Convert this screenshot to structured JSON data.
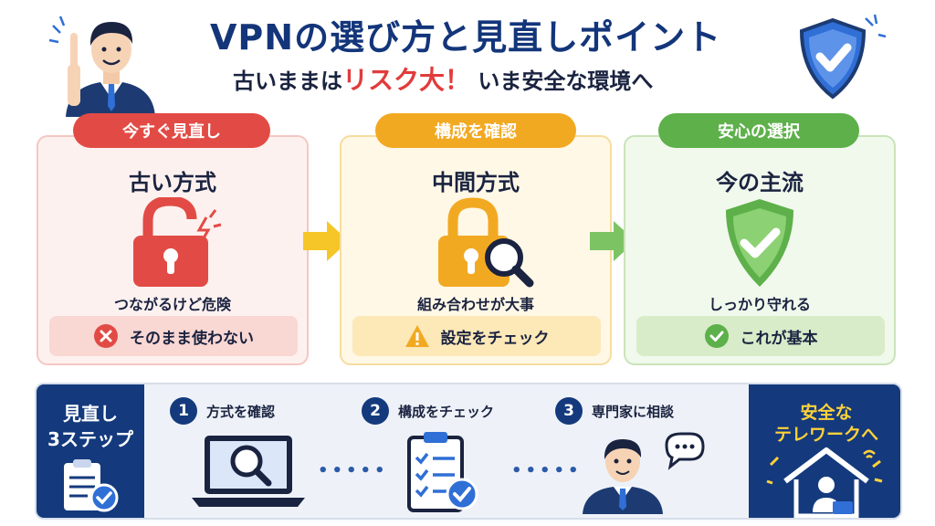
{
  "header": {
    "title": "VPNの選び方と見直しポイント",
    "subtitle_pre": "古いままは",
    "subtitle_accent": "リスク大！",
    "subtitle_post": " いま安全な環境へ"
  },
  "cards": [
    {
      "badge": "今すぐ見直し",
      "title": "古い方式",
      "icon": "broken-lock-icon",
      "desc": "つながるけど危険",
      "pill_icon": "x-circle-icon",
      "pill": "そのまま使わない"
    },
    {
      "badge": "構成を確認",
      "title": "中間方式",
      "icon": "lock-magnifier-icon",
      "desc": "組み合わせが大事",
      "pill_icon": "warning-icon",
      "pill": "設定をチェック"
    },
    {
      "badge": "安心の選択",
      "title": "今の主流",
      "icon": "shield-check-icon",
      "desc": "しっかり守れる",
      "pill_icon": "check-circle-icon",
      "pill": "これが基本"
    }
  ],
  "steps": {
    "label_line1": "見直し",
    "label_line2": "3ステップ",
    "items": [
      {
        "num": "1",
        "label": "方式を確認",
        "icon": "laptop-search-icon"
      },
      {
        "num": "2",
        "label": "構成をチェック",
        "icon": "checklist-icon"
      },
      {
        "num": "3",
        "label": "専門家に相談",
        "icon": "consultant-icon"
      }
    ],
    "dots": "•••••"
  },
  "cta": {
    "line1": "安全な",
    "line2": "テレワークへ",
    "icon": "home-laptop-icon"
  },
  "colors": {
    "navy": "#143a7d",
    "red": "#e24b45",
    "yellow": "#f2a922",
    "green": "#5db04a",
    "accent": "#ffd23a"
  }
}
